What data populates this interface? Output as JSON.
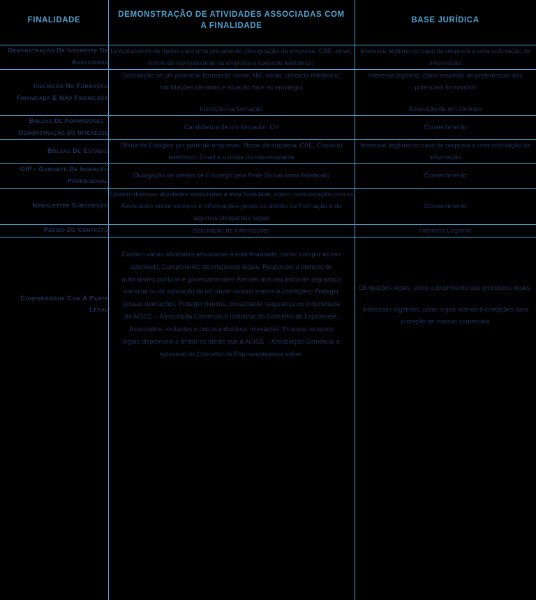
{
  "colors": {
    "background": "#000000",
    "accent_rule": "#4FA3D1",
    "header_text": "#4FA3D1",
    "body_text": "#22305A"
  },
  "table": {
    "headers": {
      "col1": "FINALIDADE",
      "col2": "DEMONSTRAÇÃO DE ATIVIDADES ASSOCIADAS COM A FINALIDADE",
      "col3": "BASE JURÍDICA"
    },
    "rows": [
      {
        "purpose": "Demonstração de Interesse de Associados",
        "demo": [
          "Levantamento de dados para uma pré-adesão (designação da empresa, CAE, email, nome do representante da empresa e contacto telefónico)"
        ],
        "basis": [
          "Interesse legítimo no caso de resposta a uma solicitação de informação"
        ]
      },
      {
        "purpose": "Inscrição na Formação Financiada e Não Financiada",
        "demo": [
          "Solicitação de um potencial formando: nome, NIF, email, contacto telefónico, habilitações literárias e situação face ao emprego)",
          "Inscrição na formação"
        ],
        "basis": [
          "Interesse legítimo, como respeitar as preferências dos potenciais formandos",
          "Execução de um contrato"
        ]
      },
      {
        "purpose": "Bolsas de Formadores - Demonstração de Interesse",
        "demo": [
          "Candidatura de um formador: CV"
        ],
        "basis": [
          "Consentimento"
        ]
      },
      {
        "purpose": "Bolsas de Estágio",
        "demo": [
          "Oferta de Estágios por parte de empresas: Nome da empresa, CAE, Contacto telefónico, Email e o nome do representante"
        ],
        "basis": [
          "Interesse legítimo no caso de resposta a uma solicitação de informação"
        ]
      },
      {
        "purpose": "GIP - Gabinete de Inserção Profissional",
        "demo": [
          "Divulgação de ofertas de Emprego pela Rede Social (www.facebook)"
        ],
        "basis": [
          "Consentimento"
        ]
      },
      {
        "purpose": "Newsletter Subscrição",
        "demo": [
          "Existem diversas atividades associadas a esta finalidade, como: comunicação com os Associados sobre serviços e informações gerais no âmbito da Formação e de algumas obrigações legais"
        ],
        "basis": [
          "Consentimento"
        ]
      },
      {
        "purpose": "Pedido de Contacto",
        "demo": [
          "Solicitação de Informações"
        ],
        "basis": [
          "Interesse Legítimo"
        ]
      },
      {
        "purpose": "Conformidade com a Parte Legal",
        "demo": [
          "Existem várias atividades associadas a esta finalidade, como: cumprir as leis aplicáveis; Cumprimento de processos legais; Responder a pedidos de autoridades públicas e governamentais; Atender aos requisitos de segurança nacional ou de aplicação da lei; Impor nossos termos e condições; Proteger nossas operações; Proteger direitos, privacidade, segurança ou propriedade da ACICE – Associação Comercial e Industrial do Concelho de Esposende, Associados, visitantes e outros indivíduos relevantes; Procurar recursos legais disponíveis e limitar os danos que a ACICE – Associação Comercial e Industrial do Concelho de Esposendepossa sofrer."
        ],
        "basis": [
          "Obrigações legais, como cumprimento dos processos legais;",
          "Interesses legítimos, como impor termos e condições para proteção de marcas comerciais"
        ]
      }
    ]
  }
}
